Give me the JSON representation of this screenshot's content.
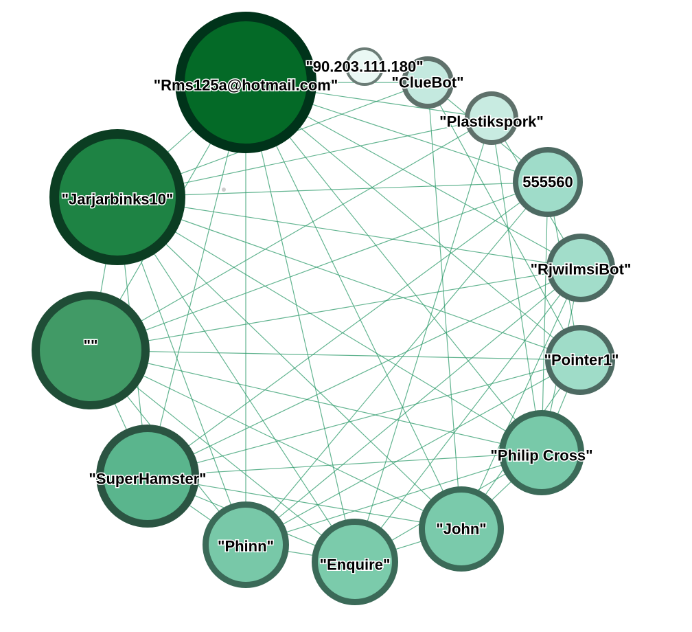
{
  "graph": {
    "type": "circular-network",
    "nodes": [
      {
        "id": "rms",
        "label": "\"Rms125a@hotmail.com\"",
        "fill": "#046a27",
        "stroke": "#00331a"
      },
      {
        "id": "ip",
        "label": "\"90.203.111.180\"",
        "fill": "#eaf8f4",
        "stroke": "#6b7c76"
      },
      {
        "id": "cluebot",
        "label": "\"ClueBot\"",
        "fill": "#c4e9df",
        "stroke": "#5f716b"
      },
      {
        "id": "plastik",
        "label": "\"Plastikspork\"",
        "fill": "#c8ebe1",
        "stroke": "#5f716b"
      },
      {
        "id": "n555560",
        "label": "555560",
        "fill": "#9fdcc9",
        "stroke": "#4d6a62"
      },
      {
        "id": "rjwilmsi",
        "label": "\"RjwilmsiBot\"",
        "fill": "#a2ddca",
        "stroke": "#4d6a62"
      },
      {
        "id": "pointer1",
        "label": "\"Pointer1\"",
        "fill": "#9fdcc8",
        "stroke": "#4d6a62"
      },
      {
        "id": "philip",
        "label": "\"Philip Cross\"",
        "fill": "#78c9a9",
        "stroke": "#3b6a58"
      },
      {
        "id": "john",
        "label": "\"John\"",
        "fill": "#7acaab",
        "stroke": "#3b6a58"
      },
      {
        "id": "enquire",
        "label": "\"Enquire\"",
        "fill": "#7bcbab",
        "stroke": "#3b6a58"
      },
      {
        "id": "phinn",
        "label": "\"Phinn\"",
        "fill": "#78c8a8",
        "stroke": "#3b6a58"
      },
      {
        "id": "superhamster",
        "label": "\"SuperHamster\"",
        "fill": "#5ab58d",
        "stroke": "#2b5442"
      },
      {
        "id": "empty",
        "label": "\"\"",
        "fill": "#419a66",
        "stroke": "#1f4d36"
      },
      {
        "id": "jarjar",
        "label": "\"Jarjarbinks10\"",
        "fill": "#1e8344",
        "stroke": "#0b3d22"
      }
    ],
    "edges": [
      [
        "rms",
        "cluebot"
      ],
      [
        "rms",
        "plastik"
      ],
      [
        "rms",
        "n555560"
      ],
      [
        "rms",
        "rjwilmsi"
      ],
      [
        "rms",
        "pointer1"
      ],
      [
        "rms",
        "philip"
      ],
      [
        "rms",
        "john"
      ],
      [
        "rms",
        "enquire"
      ],
      [
        "rms",
        "phinn"
      ],
      [
        "rms",
        "superhamster"
      ],
      [
        "rms",
        "empty"
      ],
      [
        "rms",
        "jarjar"
      ],
      [
        "jarjar",
        "plastik"
      ],
      [
        "jarjar",
        "n555560"
      ],
      [
        "jarjar",
        "rjwilmsi"
      ],
      [
        "jarjar",
        "pointer1"
      ],
      [
        "jarjar",
        "philip"
      ],
      [
        "jarjar",
        "john"
      ],
      [
        "jarjar",
        "enquire"
      ],
      [
        "jarjar",
        "phinn"
      ],
      [
        "jarjar",
        "superhamster"
      ],
      [
        "jarjar",
        "empty"
      ],
      [
        "jarjar",
        "cluebot"
      ],
      [
        "empty",
        "plastik"
      ],
      [
        "empty",
        "n555560"
      ],
      [
        "empty",
        "rjwilmsi"
      ],
      [
        "empty",
        "pointer1"
      ],
      [
        "empty",
        "philip"
      ],
      [
        "empty",
        "john"
      ],
      [
        "empty",
        "enquire"
      ],
      [
        "empty",
        "phinn"
      ],
      [
        "empty",
        "superhamster"
      ],
      [
        "superhamster",
        "n555560"
      ],
      [
        "superhamster",
        "rjwilmsi"
      ],
      [
        "superhamster",
        "pointer1"
      ],
      [
        "superhamster",
        "philip"
      ],
      [
        "superhamster",
        "john"
      ],
      [
        "superhamster",
        "enquire"
      ],
      [
        "superhamster",
        "phinn"
      ],
      [
        "phinn",
        "rjwilmsi"
      ],
      [
        "phinn",
        "pointer1"
      ],
      [
        "phinn",
        "philip"
      ],
      [
        "phinn",
        "n555560"
      ],
      [
        "phinn",
        "enquire"
      ],
      [
        "enquire",
        "rjwilmsi"
      ],
      [
        "enquire",
        "philip"
      ],
      [
        "enquire",
        "john"
      ],
      [
        "enquire",
        "plastik"
      ],
      [
        "john",
        "rjwilmsi"
      ],
      [
        "john",
        "pointer1"
      ],
      [
        "john",
        "cluebot"
      ],
      [
        "john",
        "philip"
      ],
      [
        "philip",
        "n555560"
      ],
      [
        "philip",
        "pointer1"
      ],
      [
        "philip",
        "rjwilmsi"
      ],
      [
        "philip",
        "plastik"
      ],
      [
        "pointer1",
        "cluebot"
      ],
      [
        "pointer1",
        "n555560"
      ],
      [
        "rjwilmsi",
        "plastik"
      ],
      [
        "n555560",
        "cluebot"
      ]
    ],
    "edge_color": "#2e9b6b"
  }
}
